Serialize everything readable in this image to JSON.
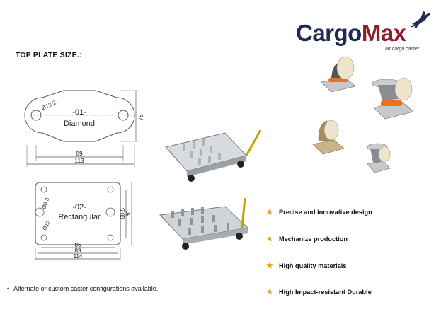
{
  "heading": "TOP PLATE SIZE.:",
  "logo": {
    "cargo": "Cargo",
    "max": "Max",
    "tagline": "air cargo caster"
  },
  "diamond": {
    "number": "-01-",
    "name": "Diamond",
    "hole": "Ø12.2",
    "inner_width": "89",
    "outer_width": "113",
    "height": "76"
  },
  "rect": {
    "number": "-02-",
    "name": "Rectangular",
    "hole_small": "Ø8.3",
    "hole_big": "Ø12",
    "h1": "60.5",
    "h2": "80",
    "w1": "86",
    "w2": "89",
    "w3": "114"
  },
  "features": [
    "Precise and innovative design",
    "Mechanize production",
    "High quality materials",
    "High Impact-resistant  Durable"
  ],
  "note": "Alternate or custom caster configurations available.",
  "colors": {
    "brand_dark": "#1f2a55",
    "brand_red": "#8f1d2a",
    "star": "#e8a600",
    "orange_ring": "#e8701e"
  }
}
